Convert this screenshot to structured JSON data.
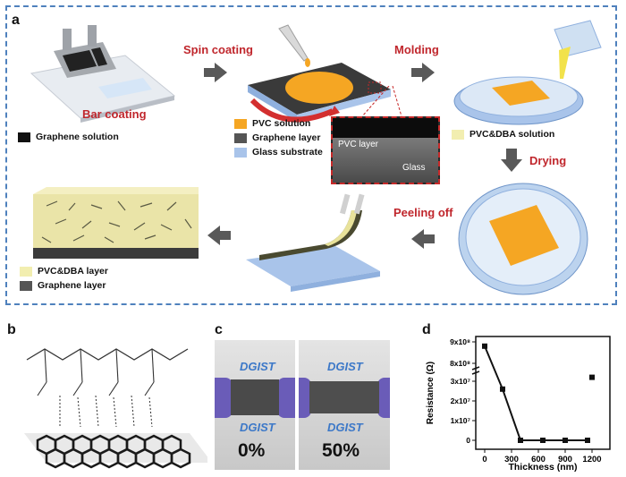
{
  "panel_a": {
    "label": "a",
    "steps": {
      "bar_coating": "Bar coating",
      "spin_coating": "Spin coating",
      "molding": "Molding",
      "drying": "Drying",
      "peeling_off": "Peeling off"
    },
    "legend_graphene_solution": "Graphene solution",
    "legend_spin": [
      {
        "label": "PVC solution",
        "color": "#f5a623"
      },
      {
        "label": "Graphene layer",
        "color": "#555555"
      },
      {
        "label": "Glass substrate",
        "color": "#a9c4ea"
      }
    ],
    "sem_labels": {
      "pvc": "PVC layer",
      "glass": "Glass"
    },
    "legend_mold": "PVC&DBA solution",
    "legend_final": [
      {
        "label": "PVC&DBA layer",
        "color": "#f2eeb0"
      },
      {
        "label": "Graphene layer",
        "color": "#555555"
      }
    ]
  },
  "panel_b": {
    "label": "b"
  },
  "panel_c": {
    "label": "c",
    "logo": "DGIST",
    "strain_left": "0%",
    "strain_right": "50%"
  },
  "panel_d": {
    "label": "d"
  },
  "chart_data": {
    "type": "line",
    "xlabel": "Thickness (nm)",
    "ylabel": "Resistance (Ω)",
    "x_ticks": [
      "0",
      "300",
      "600",
      "900",
      "1200"
    ],
    "y_ticks": [
      "0",
      "1x10⁷",
      "2x10⁷",
      "3x10⁷",
      "8x10⁸",
      "9x10⁸"
    ],
    "broken_y_axis": true,
    "series": [
      {
        "x": [
          0,
          200,
          400,
          650,
          900,
          1150,
          1200
        ],
        "y": [
          880000000,
          26000000,
          0,
          0,
          0,
          0,
          32000000
        ],
        "connected_points": 6
      }
    ]
  }
}
